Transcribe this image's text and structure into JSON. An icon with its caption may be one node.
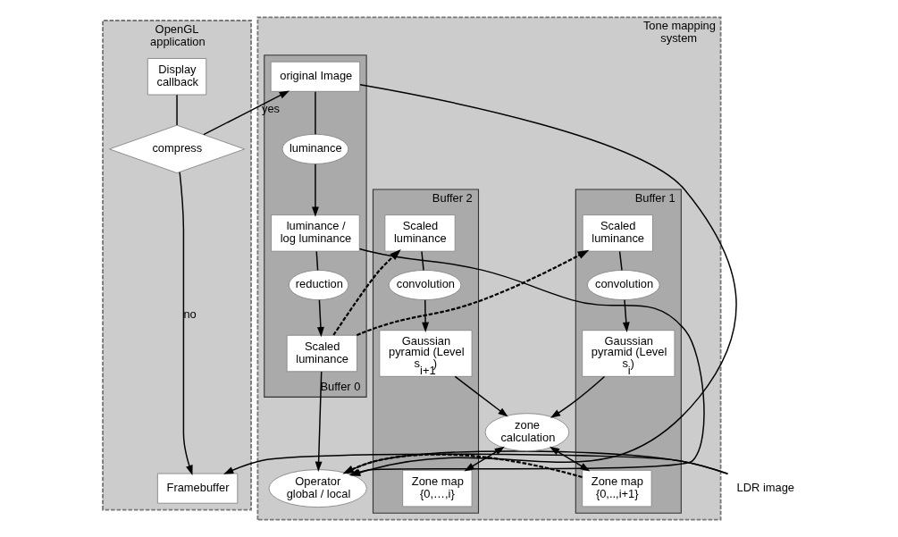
{
  "diagram": {
    "nodes": [
      {
        "text": [
          "OpenGL application"
        ]
      },
      {
        "text": [
          "Display callback"
        ],
        "in": 0
      },
      {
        "text": [
          "compress"
        ],
        "in": 0
      },
      {
        "text": [
          "Framebuffer"
        ],
        "in": 0
      },
      {
        "text": [
          "Tone mapping system"
        ]
      },
      {
        "text": [
          "Buffer 0"
        ],
        "in": 4
      },
      {
        "text": [
          "original Image"
        ],
        "in": 5
      },
      {
        "text": [
          "luminance"
        ],
        "in": 5
      },
      {
        "text": [
          "luminance / log luminance"
        ],
        "in": 5
      },
      {
        "text": [
          "reduction"
        ],
        "in": 5
      },
      {
        "text": [
          "Scaled luminance"
        ],
        "in": 5
      },
      {
        "text": [
          "Buffer 1"
        ],
        "in": 4
      },
      {
        "text": [
          "Scaled luminance"
        ],
        "in": 11
      },
      {
        "text": [
          "convolution"
        ],
        "in": 11
      },
      {
        "text": [
          "Gaussian pyramid (Level s$_{i}$)"
        ],
        "in": 11
      },
      {
        "text": [
          "Zone map {0,..,i+1}"
        ],
        "in": 11
      },
      {
        "text": [
          "Buffer 2"
        ],
        "in": 4
      },
      {
        "text": [
          "Scaled luminance"
        ],
        "in": 16
      },
      {
        "text": [
          "convolution"
        ],
        "in": 16
      },
      {
        "text": [
          "Gaussian pyramid (Level s$_{i+1}$)"
        ],
        "in": 16
      },
      {
        "text": [
          "Zone map {0,…,i}"
        ],
        "in": 16
      },
      {
        "text": [
          "zone calculation"
        ],
        "in": 4
      },
      {
        "text": [
          "Operator global / local"
        ],
        "in": 4
      },
      {
        "text": [
          "LDR image"
        ]
      }
    ],
    "edges": [
      {
        "from": 1,
        "to": 2,
        "arrow": "none"
      },
      {
        "from": 2,
        "to": 6,
        "arrow": "to",
        "label": "yes"
      },
      {
        "from": 2,
        "to": 3,
        "arrow": "to",
        "label": "no"
      },
      {
        "from": 6,
        "to": 7,
        "arrow": "none"
      },
      {
        "from": 7,
        "to": 8,
        "arrow": "to"
      },
      {
        "from": 8,
        "to": 9,
        "arrow": "none"
      },
      {
        "from": 9,
        "to": 10,
        "arrow": "to"
      },
      {
        "from": 6,
        "to": 22,
        "arrow": "to"
      },
      {
        "from": 8,
        "to": 22,
        "arrow": "to"
      },
      {
        "from": 10,
        "to": 22,
        "arrow": "to"
      },
      {
        "from": 10,
        "to": 12,
        "arrow": "to",
        "style": "dashed"
      },
      {
        "from": 10,
        "to": 17,
        "arrow": "to",
        "style": "dashed"
      },
      {
        "from": 12,
        "to": 13,
        "arrow": "none"
      },
      {
        "from": 13,
        "to": 14,
        "arrow": "to"
      },
      {
        "from": 17,
        "to": 18,
        "arrow": "none"
      },
      {
        "from": 18,
        "to": 19,
        "arrow": "to"
      },
      {
        "from": 14,
        "to": 21,
        "arrow": "to"
      },
      {
        "from": 19,
        "to": 21,
        "arrow": "to"
      },
      {
        "from": 21,
        "to": 15,
        "arrow": "both"
      },
      {
        "from": 21,
        "to": 20,
        "arrow": "both"
      },
      {
        "from": 15,
        "to": 22,
        "arrow": "to",
        "style": "dashed"
      },
      {
        "from": 22,
        "to": 23,
        "arrow": "none"
      },
      {
        "from": 23,
        "to": 3,
        "arrow": "to"
      }
    ]
  }
}
